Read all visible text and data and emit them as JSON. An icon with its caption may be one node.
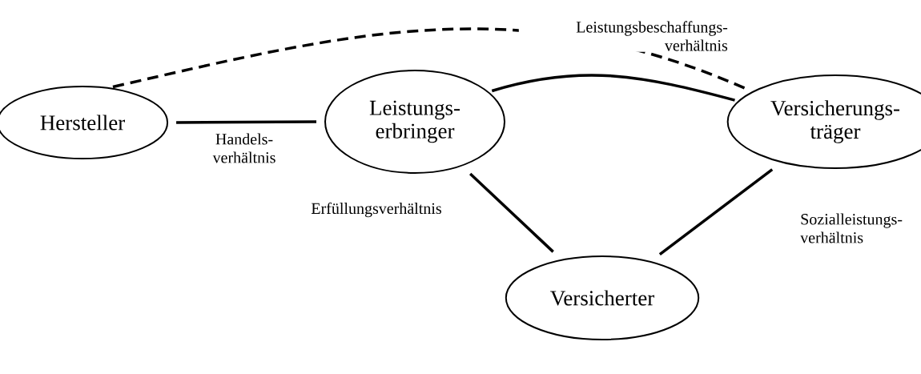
{
  "diagram": {
    "nodes": [
      {
        "text": [
          "Hersteller"
        ]
      },
      {
        "text": [
          "Leistungs- erbringer"
        ]
      },
      {
        "text": [
          "Versicherungs- träger"
        ]
      },
      {
        "text": [
          "Versicherter"
        ]
      }
    ],
    "edges": [
      {
        "from": 0,
        "to": 1,
        "arrow": "none",
        "label": "Handels- verhältnis"
      },
      {
        "from": 1,
        "to": 2,
        "arrow": "none"
      },
      {
        "from": 0,
        "to": 2,
        "arrow": "none",
        "style": "dashed",
        "label": "Leistungsbeschaffungs- verhältnis"
      },
      {
        "from": 1,
        "to": 3,
        "arrow": "none",
        "label": "Erfüllungsverhältnis"
      },
      {
        "from": 2,
        "to": 3,
        "arrow": "none",
        "label": "Sozialleistungs- verhältnis"
      }
    ]
  }
}
